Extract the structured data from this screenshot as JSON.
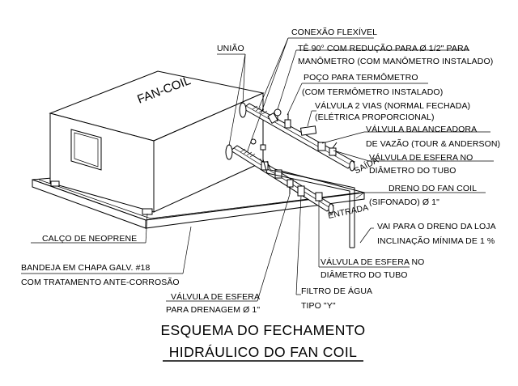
{
  "unit_label": "FAN-COIL",
  "labels": {
    "uniao": "UNIÃO",
    "conexao_flexivel": "CONEXÃO FLEXÍVEL",
    "te_90_line1": "TÊ 90° COM REDUÇÃO PARA Ø 1/2\" PARA",
    "te_90_line2": "MANÔMETRO (COM MANÔMETRO INSTALADO)",
    "poco_line1": "POÇO PARA TERMÔMETRO",
    "poco_line2": "(COM TERMÔMETRO INSTALADO)",
    "valvula2vias_line1": "VÁLVULA 2 VIAS (NORMAL FECHADA)",
    "valvula2vias_line2": "(ELÉTRICA PROPORCIONAL)",
    "balanceadora_line1": "VÁLVULA BALANCEADORA",
    "balanceadora_line2": "DE VAZÃO (TOUR & ANDERSON)",
    "esfera_tubo1_line1": "VÁLVULA DE ESFERA NO",
    "esfera_tubo1_line2": "DIÂMETRO DO TUBO",
    "saida": "SAÍDA",
    "dreno_line1": "DRENO DO FAN COIL",
    "dreno_line2": "(SIFONADO) Ø 1\"",
    "entrada": "ENTRADA",
    "loja_line1": "VAI PARA O DRENO DA LOJA",
    "loja_line2": "INCLINAÇÃO MÍNIMA DE 1 %",
    "calco": "CALÇO DE NEOPRENE",
    "bandeja_line1": "BANDEJA EM CHAPA GALV. #18",
    "bandeja_line2": "COM TRATAMENTO ANTE-CORROSÃO",
    "esfera_tubo2_line1": "VÁLVULA DE ESFERA NO",
    "esfera_tubo2_line2": "DIÂMETRO DO TUBO",
    "filtro_line1": "FILTRO DE ÁGUA",
    "filtro_line2": "TIPO \"Y\"",
    "drenagem_line1": "VÁLVULA DE ESFERA",
    "drenagem_line2": "PARA DRENAGEM Ø 1\""
  },
  "title": {
    "line1": "ESQUEMA DO FECHAMENTO",
    "line2": "HIDRÁULICO DO FAN COIL"
  }
}
